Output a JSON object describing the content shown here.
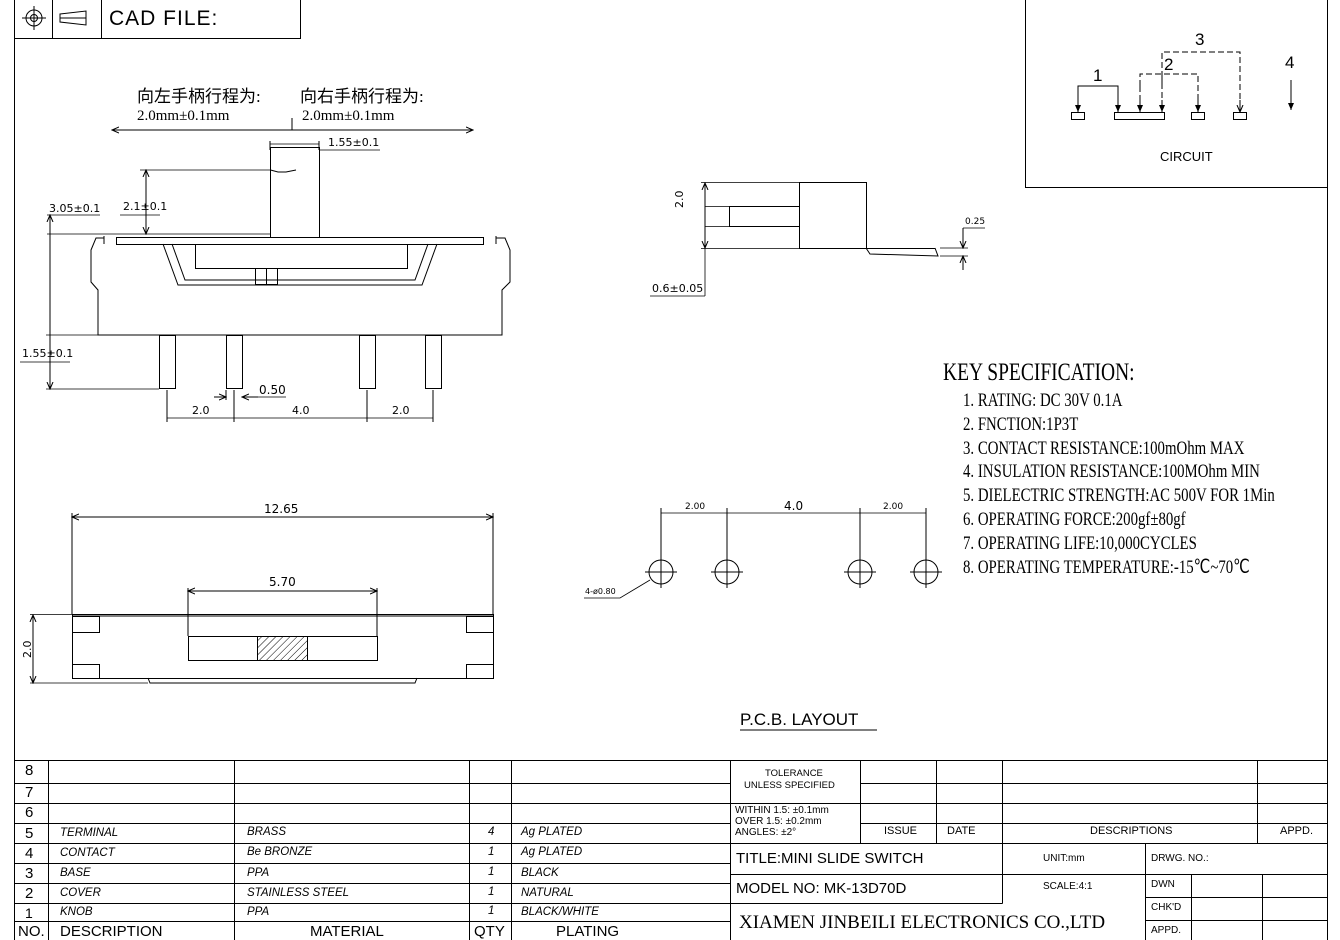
{
  "header": {
    "cad_label": "CAD FILE:",
    "projection_icon": "third-angle-projection-icon"
  },
  "top_view": {
    "travel_left_label": "向左手柄行程为:",
    "travel_left_value": "2.0mm±0.1mm",
    "travel_right_label": "向右手柄行程为:",
    "travel_right_value": "2.0mm±0.1mm",
    "dim_actuator_width": "1.55±0.1",
    "dim_body_height": "3.05±0.1",
    "dim_actuator_height": "2.1±0.1",
    "dim_pin_height": "1.55±0.1",
    "dim_pin_width": "0.50",
    "dim_pitch_left": "2.0",
    "dim_pitch_mid": "4.0",
    "dim_pitch_right": "2.0"
  },
  "side_view": {
    "dim_height": "2.0",
    "dim_thickness": "0.25",
    "dim_offset": "0.6±0.05"
  },
  "bottom_view": {
    "dim_length": "12.65",
    "dim_slot": "5.70",
    "dim_height": "2.0"
  },
  "circuit": {
    "title": "CIRCUIT",
    "pins": [
      "1",
      "2",
      "3",
      "4"
    ]
  },
  "spec": {
    "title": "KEY SPECIFICATION:",
    "items": [
      "1. RATING: DC 30V  0.1A",
      "2. FNCTION:1P3T",
      "3. CONTACT RESISTANCE:100mOhm MAX",
      "4. INSULATION RESISTANCE:100MOhm MIN",
      "5. DIELECTRIC STRENGTH:AC 500V FOR 1Min",
      "6. OPERATING FORCE:200gf±80gf",
      "7. OPERATING LIFE:10,000CYCLES",
      "8. OPERATING TEMPERATURE:-15℃~70℃"
    ]
  },
  "pcb": {
    "title": "P.C.B. LAYOUT",
    "dim_left": "2.00",
    "dim_mid": "4.0",
    "dim_right": "2.00",
    "hole_label": "4-ø0.80"
  },
  "bom": {
    "headers": {
      "no": "NO.",
      "desc": "DESCRIPTION",
      "material": "MATERIAL",
      "qty": "QTY",
      "plating": "PLATING"
    },
    "rows": [
      {
        "no": "8",
        "desc": "",
        "material": "",
        "qty": "",
        "plating": ""
      },
      {
        "no": "7",
        "desc": "",
        "material": "",
        "qty": "",
        "plating": ""
      },
      {
        "no": "6",
        "desc": "",
        "material": "",
        "qty": "",
        "plating": ""
      },
      {
        "no": "5",
        "desc": "TERMINAL",
        "material": "BRASS",
        "qty": "4",
        "plating": "Ag PLATED"
      },
      {
        "no": "4",
        "desc": "CONTACT",
        "material": "Be BRONZE",
        "qty": "1",
        "plating": "Ag PLATED"
      },
      {
        "no": "3",
        "desc": "BASE",
        "material": "PPA",
        "qty": "1",
        "plating": "BLACK"
      },
      {
        "no": "2",
        "desc": "COVER",
        "material": "STAINLESS STEEL",
        "qty": "1",
        "plating": "NATURAL"
      },
      {
        "no": "1",
        "desc": "KNOB",
        "material": "PPA",
        "qty": "1",
        "plating": "BLACK/WHITE"
      }
    ]
  },
  "title_block": {
    "tolerance_line1": "TOLERANCE",
    "tolerance_line2": "UNLESS SPECIFIED",
    "within": "WITHIN 1.5: ±0.1mm",
    "over": "OVER 1.5:  ±0.2mm",
    "angles": "ANGLES: ±2°",
    "issue": "ISSUE",
    "date": "DATE",
    "descriptions": "DESCRIPTIONS",
    "appd": "APPD.",
    "title": "TITLE:MINI SLIDE SWITCH",
    "unit": "UNIT:mm",
    "drwg_no": "DRWG. NO.:",
    "model": "MODEL NO: MK-13D70D",
    "scale": "SCALE:4:1",
    "dwn": "DWN",
    "chkd": "CHK'D",
    "appd2": "APPD.",
    "company": "XIAMEN JINBEILI ELECTRONICS CO.,LTD"
  }
}
